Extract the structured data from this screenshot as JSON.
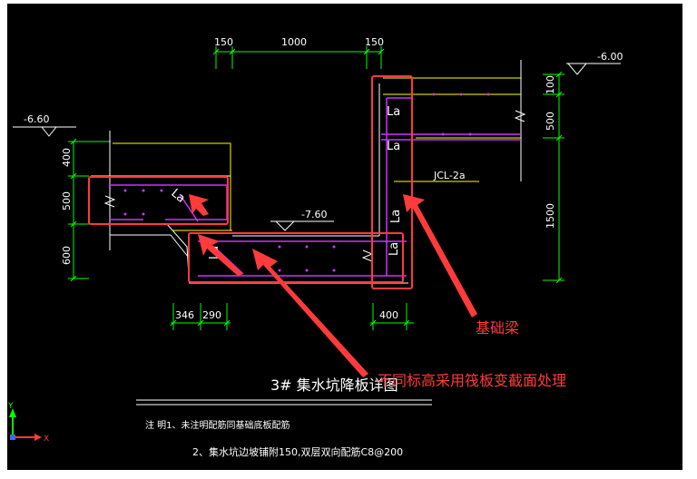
{
  "dimensions": {
    "top": [
      "150",
      "1000",
      "150"
    ],
    "bottom_left": [
      "346",
      "290"
    ],
    "bottom_right": "400",
    "left_vertical": [
      "400",
      "500",
      "600"
    ],
    "right_vertical": [
      "100",
      "500",
      "1500"
    ]
  },
  "elevations": {
    "left": "-6.60",
    "middle": "-7.60",
    "right": "-6.00"
  },
  "labels": {
    "anchorage": "La",
    "beam_label": "JCL-2a"
  },
  "title": {
    "main": "3# 集水坑降板详图",
    "note1": "注  明1、未注明配筋同基础底板配筋",
    "note2": "2、集水坑边坡铺附150,双层双向配筋C8@200"
  },
  "annotations": {
    "beam": "基础梁",
    "slab": "不同标高采用筏板变截面处理"
  },
  "axis": {
    "y": "Y",
    "x": "X"
  },
  "colors": {
    "background": "#000000",
    "dimension": "#00ff00",
    "outline": "#ffffff",
    "rebar": "#cc33ff",
    "highlight": "#ff3b3b",
    "wall": "#ffff00"
  }
}
